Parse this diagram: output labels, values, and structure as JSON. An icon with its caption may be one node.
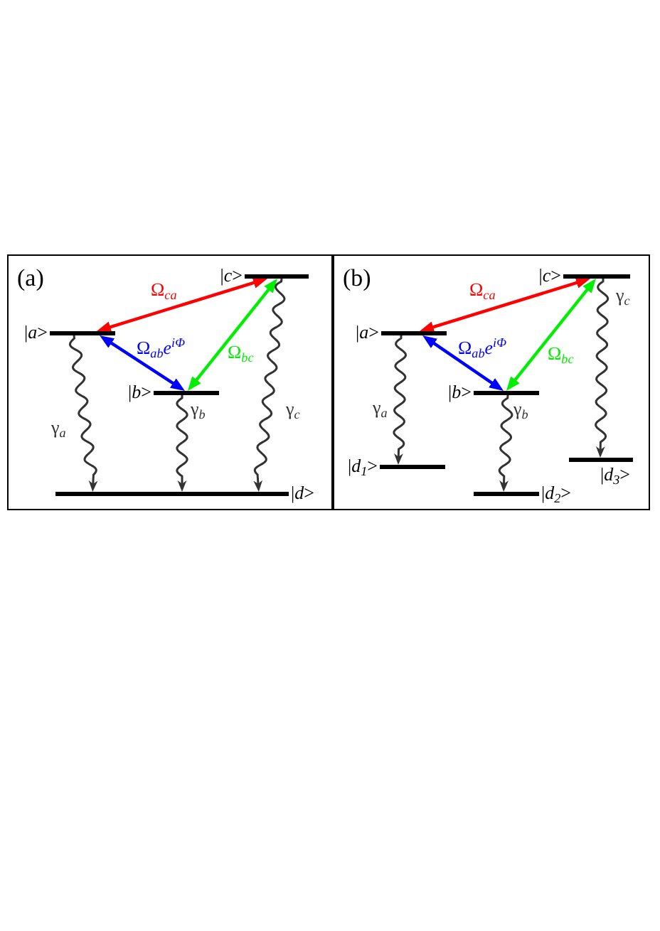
{
  "diagram": {
    "nodes": [
      {
        "text": [
          "(a)"
        ]
      },
      {
        "text": [
          "|*c*>"
        ],
        "in": 0
      },
      {
        "text": [
          "|*a*>"
        ],
        "in": 0
      },
      {
        "text": [
          "|*b*>"
        ],
        "in": 0
      },
      {
        "text": [
          "|*d*>"
        ],
        "in": 0
      },
      {
        "text": [
          "(b)"
        ]
      },
      {
        "text": [
          "|*c*>"
        ],
        "in": 5
      },
      {
        "text": [
          "|*a*>"
        ],
        "in": 5
      },
      {
        "text": [
          "|*b*>"
        ],
        "in": 5
      },
      {
        "text": [
          "|*d*$_{1}$>"
        ],
        "in": 5
      },
      {
        "text": [
          "|*d*$_{2}$>"
        ],
        "in": 5
      },
      {
        "text": [
          "|*d*$_{3}$>"
        ],
        "in": 5
      }
    ],
    "edges": [
      {
        "from": 1,
        "to": 2,
        "arrow": "both",
        "label": "Ω$_{ca}$",
        "color": "#ff0000"
      },
      {
        "from": 2,
        "to": 3,
        "arrow": "both",
        "label": "Ω$_{ab}$*e*$^{iΦ}$",
        "color": "#0000ff"
      },
      {
        "from": 3,
        "to": 1,
        "arrow": "both",
        "label": "Ω$_{bc}$",
        "color": "#00ee00"
      },
      {
        "from": 2,
        "to": 4,
        "arrow": "to",
        "label": "γ$_{a}$",
        "color": "#333333"
      },
      {
        "from": 3,
        "to": 4,
        "arrow": "to",
        "label": "γ$_{b}$",
        "color": "#333333"
      },
      {
        "from": 1,
        "to": 4,
        "arrow": "to",
        "label": "γ$_{c}$",
        "color": "#333333"
      },
      {
        "from": 6,
        "to": 7,
        "arrow": "both",
        "label": "Ω$_{ca}$",
        "color": "#ff0000"
      },
      {
        "from": 7,
        "to": 8,
        "arrow": "both",
        "label": "Ω$_{ab}$*e*$^{iΦ}$",
        "color": "#0000ff"
      },
      {
        "from": 8,
        "to": 6,
        "arrow": "both",
        "label": "Ω$_{bc}$",
        "color": "#00ee00"
      },
      {
        "from": 7,
        "to": 9,
        "arrow": "to",
        "label": "γ$_{a}$",
        "color": "#333333"
      },
      {
        "from": 8,
        "to": 10,
        "arrow": "to",
        "label": "γ$_{b}$",
        "color": "#333333"
      },
      {
        "from": 6,
        "to": 11,
        "arrow": "to",
        "label": "γ$_{c}$",
        "color": "#333333"
      }
    ]
  }
}
